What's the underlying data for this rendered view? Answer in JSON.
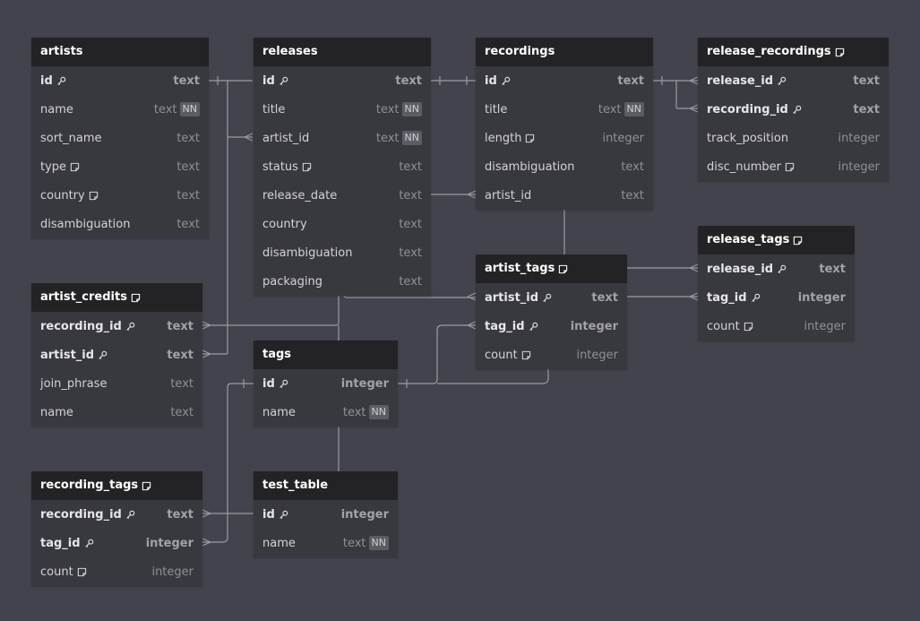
{
  "tables": [
    {
      "name": "artists",
      "note": false,
      "columns": [
        {
          "name": "id",
          "type": "text",
          "key": true
        },
        {
          "name": "name",
          "type": "text",
          "nn": true
        },
        {
          "name": "sort_name",
          "type": "text"
        },
        {
          "name": "type",
          "type": "text",
          "note": true
        },
        {
          "name": "country",
          "type": "text",
          "note": true
        },
        {
          "name": "disambiguation",
          "type": "text"
        }
      ]
    },
    {
      "name": "releases",
      "note": false,
      "columns": [
        {
          "name": "id",
          "type": "text",
          "key": true
        },
        {
          "name": "title",
          "type": "text",
          "nn": true
        },
        {
          "name": "artist_id",
          "type": "text",
          "nn": true
        },
        {
          "name": "status",
          "type": "text",
          "note": true
        },
        {
          "name": "release_date",
          "type": "text"
        },
        {
          "name": "country",
          "type": "text"
        },
        {
          "name": "disambiguation",
          "type": "text"
        },
        {
          "name": "packaging",
          "type": "text"
        }
      ]
    },
    {
      "name": "recordings",
      "note": false,
      "columns": [
        {
          "name": "id",
          "type": "text",
          "key": true
        },
        {
          "name": "title",
          "type": "text",
          "nn": true
        },
        {
          "name": "length",
          "type": "integer",
          "note": true
        },
        {
          "name": "disambiguation",
          "type": "text"
        },
        {
          "name": "artist_id",
          "type": "text"
        }
      ]
    },
    {
      "name": "release_recordings",
      "note": true,
      "columns": [
        {
          "name": "release_id",
          "type": "text",
          "key": true
        },
        {
          "name": "recording_id",
          "type": "text",
          "key": true
        },
        {
          "name": "track_position",
          "type": "integer"
        },
        {
          "name": "disc_number",
          "type": "integer",
          "note": true
        }
      ]
    },
    {
      "name": "release_tags",
      "note": true,
      "columns": [
        {
          "name": "release_id",
          "type": "text",
          "key": true
        },
        {
          "name": "tag_id",
          "type": "integer",
          "key": true
        },
        {
          "name": "count",
          "type": "integer",
          "note": true
        }
      ]
    },
    {
      "name": "artist_tags",
      "note": true,
      "columns": [
        {
          "name": "artist_id",
          "type": "text",
          "key": true
        },
        {
          "name": "tag_id",
          "type": "integer",
          "key": true
        },
        {
          "name": "count",
          "type": "integer",
          "note": true
        }
      ]
    },
    {
      "name": "artist_credits",
      "note": true,
      "columns": [
        {
          "name": "recording_id",
          "type": "text",
          "key": true
        },
        {
          "name": "artist_id",
          "type": "text",
          "key": true
        },
        {
          "name": "join_phrase",
          "type": "text"
        },
        {
          "name": "name",
          "type": "text"
        }
      ]
    },
    {
      "name": "tags",
      "note": false,
      "columns": [
        {
          "name": "id",
          "type": "integer",
          "key": true
        },
        {
          "name": "name",
          "type": "text",
          "nn": true
        }
      ]
    },
    {
      "name": "recording_tags",
      "note": true,
      "columns": [
        {
          "name": "recording_id",
          "type": "text",
          "key": true
        },
        {
          "name": "tag_id",
          "type": "integer",
          "key": true
        },
        {
          "name": "count",
          "type": "integer",
          "note": true
        }
      ]
    },
    {
      "name": "test_table",
      "note": false,
      "columns": [
        {
          "name": "id",
          "type": "integer",
          "key": true
        },
        {
          "name": "name",
          "type": "text",
          "nn": true
        }
      ]
    }
  ],
  "nn_label": "NN",
  "colors": {
    "background": "#43434d",
    "table_body": "#38383f",
    "table_header": "#232325",
    "edge": "#9a9aa2"
  }
}
